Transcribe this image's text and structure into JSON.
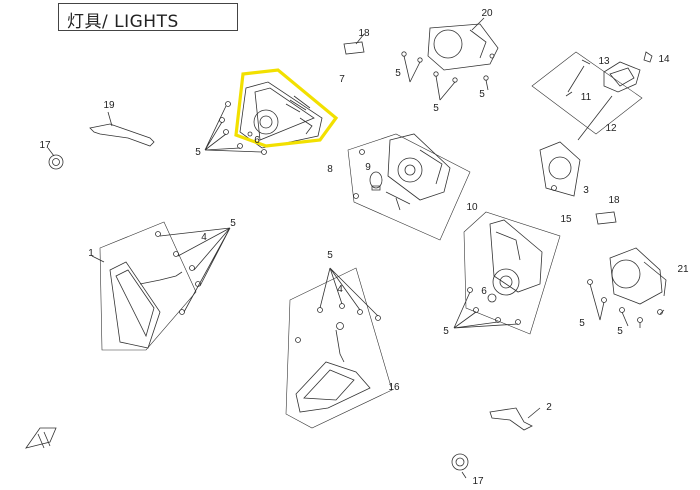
{
  "title": "灯具/ LIGHTS",
  "highlight_color": "#f2e000",
  "callouts": [
    {
      "id": "c1",
      "text": "1"
    },
    {
      "id": "c2",
      "text": "2"
    },
    {
      "id": "c3",
      "text": "3"
    },
    {
      "id": "c4a",
      "text": "4"
    },
    {
      "id": "c4b",
      "text": "4"
    },
    {
      "id": "c5a",
      "text": "5"
    },
    {
      "id": "c5b",
      "text": "5"
    },
    {
      "id": "c5c",
      "text": "5"
    },
    {
      "id": "c5d",
      "text": "5"
    },
    {
      "id": "c5e",
      "text": "5"
    },
    {
      "id": "c5f",
      "text": "5"
    },
    {
      "id": "c5g",
      "text": "5"
    },
    {
      "id": "c5h",
      "text": "5"
    },
    {
      "id": "c5i",
      "text": "5"
    },
    {
      "id": "c6a",
      "text": "6"
    },
    {
      "id": "c6b",
      "text": "6"
    },
    {
      "id": "c7",
      "text": "7"
    },
    {
      "id": "c8",
      "text": "8"
    },
    {
      "id": "c9",
      "text": "9"
    },
    {
      "id": "c10",
      "text": "10"
    },
    {
      "id": "c11",
      "text": "11"
    },
    {
      "id": "c12",
      "text": "12"
    },
    {
      "id": "c13",
      "text": "13"
    },
    {
      "id": "c14",
      "text": "14"
    },
    {
      "id": "c15",
      "text": "15"
    },
    {
      "id": "c16",
      "text": "16"
    },
    {
      "id": "c17a",
      "text": "17"
    },
    {
      "id": "c17b",
      "text": "17"
    },
    {
      "id": "c18a",
      "text": "18"
    },
    {
      "id": "c18b",
      "text": "18"
    },
    {
      "id": "c19",
      "text": "19"
    },
    {
      "id": "c20",
      "text": "20"
    },
    {
      "id": "c21",
      "text": "21"
    }
  ]
}
